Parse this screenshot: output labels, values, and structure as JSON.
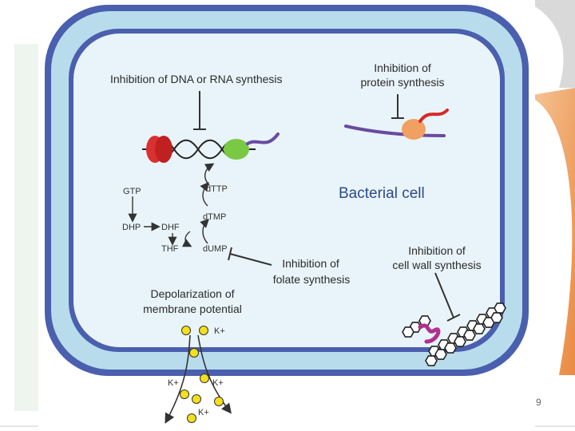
{
  "diagram": {
    "cell_label": "Bacterial cell",
    "dna_rna_label": "Inhibition of DNA or RNA synthesis",
    "protein_label_line1": "Inhibition of",
    "protein_label_line2": "protein synthesis",
    "folate_label_line1": "Inhibition of",
    "folate_label_line2": "folate synthesis",
    "cell_wall_label_line1": "Inhibition of",
    "cell_wall_label_line2": "cell wall synthesis",
    "membrane_label_line1": "Depolarization of",
    "membrane_label_line2": "membrane potential",
    "pathway": {
      "gtp": "GTP",
      "dhp": "DHP",
      "dhf": "DHF",
      "thf": "THF",
      "dttp": "dTTP",
      "dtmp": "dTMP",
      "dump": "dUMP"
    },
    "ions": {
      "k1": "K+",
      "k2": "K+",
      "k3": "K+",
      "k4": "K+"
    }
  },
  "page_number": "9",
  "colors": {
    "outer_membrane": "#4a5fae",
    "periplasm": "#b9dcec",
    "cytoplasm": "#e9f4fa",
    "title_text": "#2c4a8c",
    "ribosome": "#f0a060",
    "mrna": "#6a4aa0",
    "peptide": "#d62828",
    "polymerase": "#7ac943",
    "dna_clamp": "#d93030",
    "ion": "#f4e01a",
    "peptidoglycan_tag": "#b0308e"
  }
}
